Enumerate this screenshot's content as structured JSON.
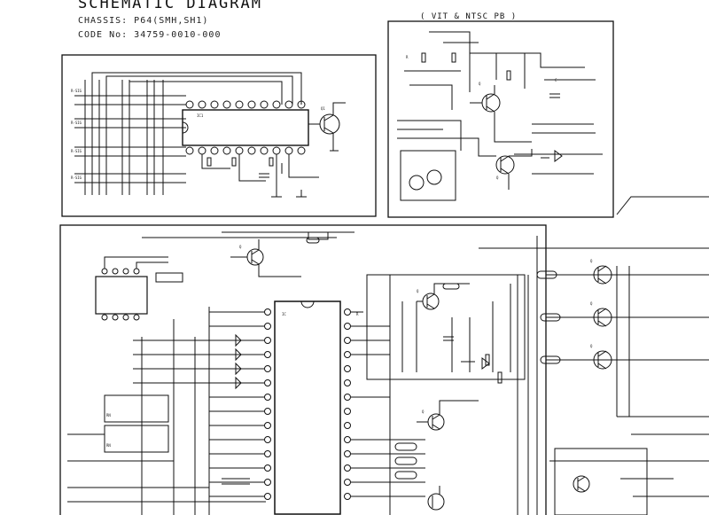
{
  "header": {
    "title": "SCHEMATIC DIAGRAM",
    "chassis": "CHASSIS: P64(SMH,SH1)",
    "code_no": "CODE No: 34759-0010-000"
  },
  "panels": {
    "vit_label": "( VIT & NTSC PB )"
  }
}
